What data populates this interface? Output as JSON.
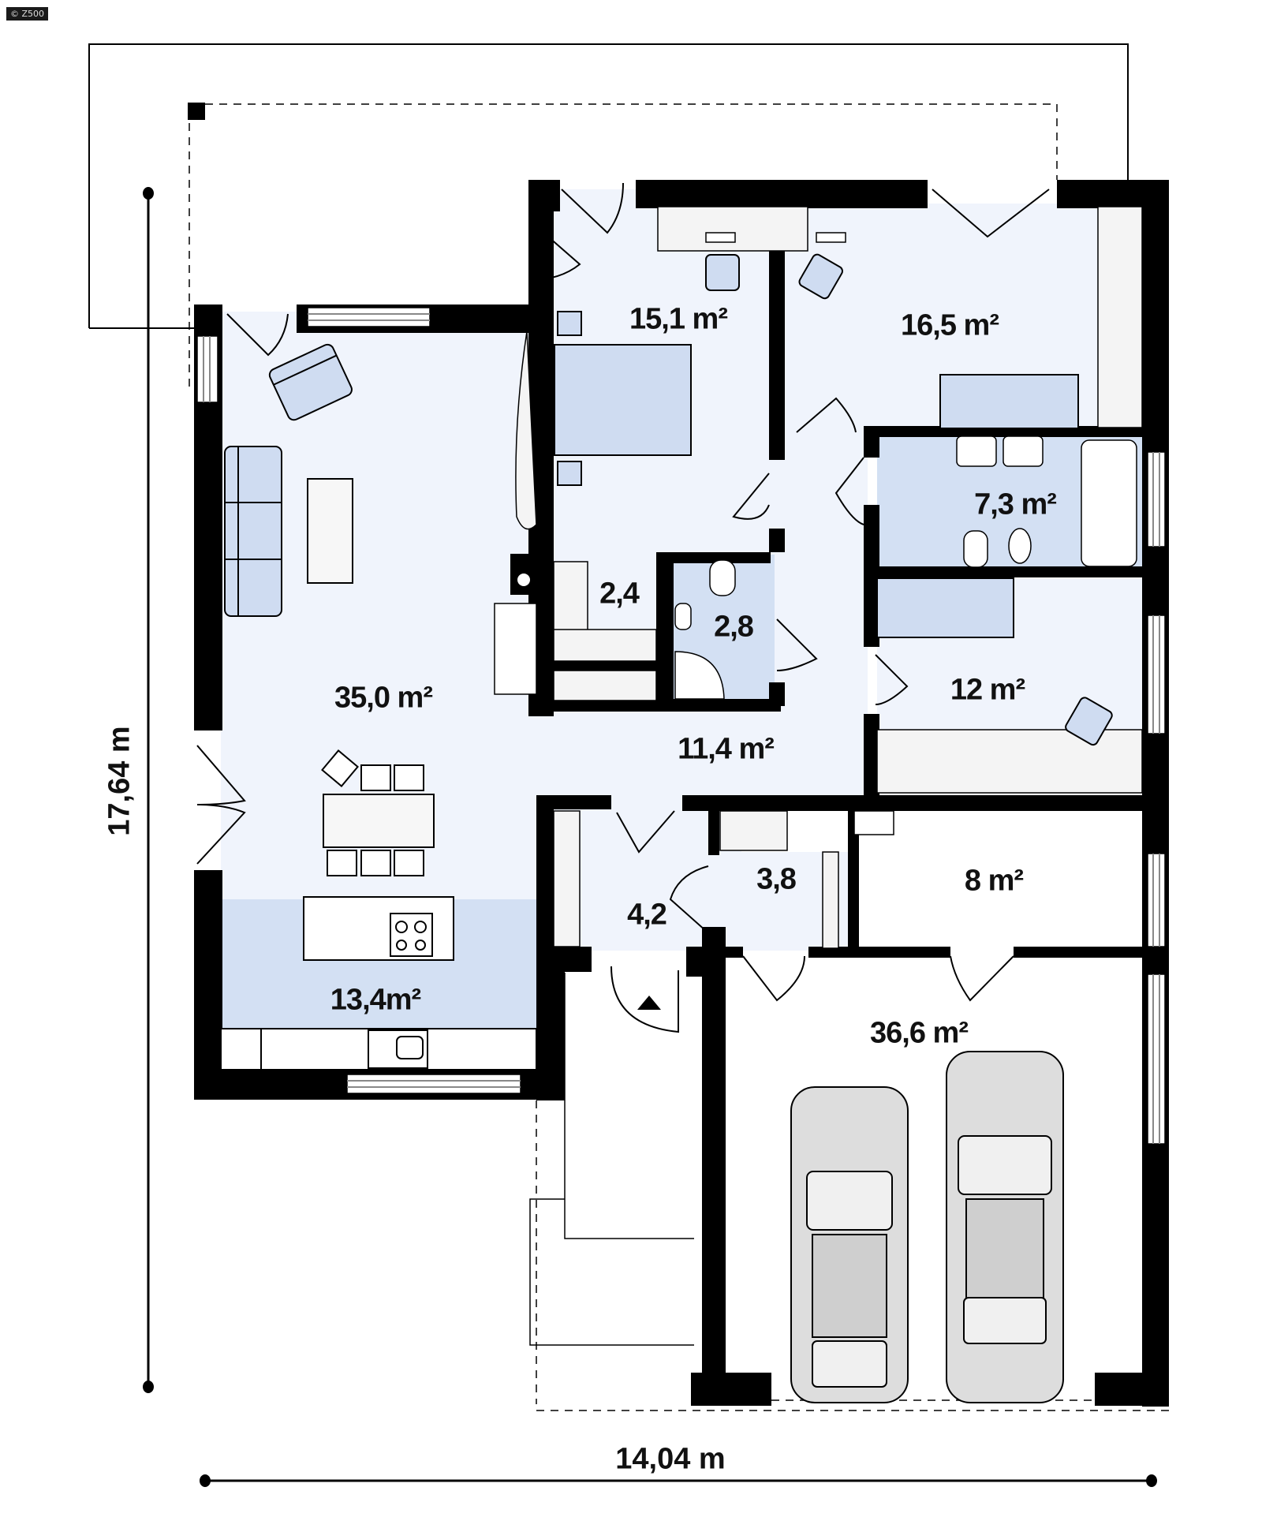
{
  "watermark": "© Z500",
  "plan": {
    "type": "ground-floor-plan",
    "dimensions": {
      "width_label": "14,04 m",
      "depth_label": "17,64 m"
    },
    "rooms": [
      {
        "id": "living",
        "name": "living-dining",
        "area": "35,0 m²"
      },
      {
        "id": "kitchen",
        "name": "kitchen",
        "area": "13,4m²"
      },
      {
        "id": "bedroom1",
        "name": "bedroom-top-left",
        "area": "15,1 m²"
      },
      {
        "id": "bedroom2",
        "name": "bedroom-top-right",
        "area": "16,5 m²"
      },
      {
        "id": "bathroom",
        "name": "bathroom",
        "area": "7,3 m²"
      },
      {
        "id": "bedroom3",
        "name": "bedroom-right",
        "area": "12 m²"
      },
      {
        "id": "hall",
        "name": "hall",
        "area": "11,4 m²"
      },
      {
        "id": "closet",
        "name": "closet",
        "area": "2,4"
      },
      {
        "id": "wc",
        "name": "wc",
        "area": "2,8"
      },
      {
        "id": "vestibule",
        "name": "vestibule",
        "area": "4,2"
      },
      {
        "id": "utility",
        "name": "utility",
        "area": "3,8"
      },
      {
        "id": "boiler",
        "name": "boiler-room",
        "area": "8 m²"
      },
      {
        "id": "garage",
        "name": "garage",
        "area": "36,6 m²"
      }
    ]
  },
  "colors": {
    "wall": "#000000",
    "floor_light": "#f0f4fc",
    "floor_blue": "#d3e0f3",
    "furniture_blue": "#cfdcf1",
    "car_gray": "#cfcfcf"
  }
}
